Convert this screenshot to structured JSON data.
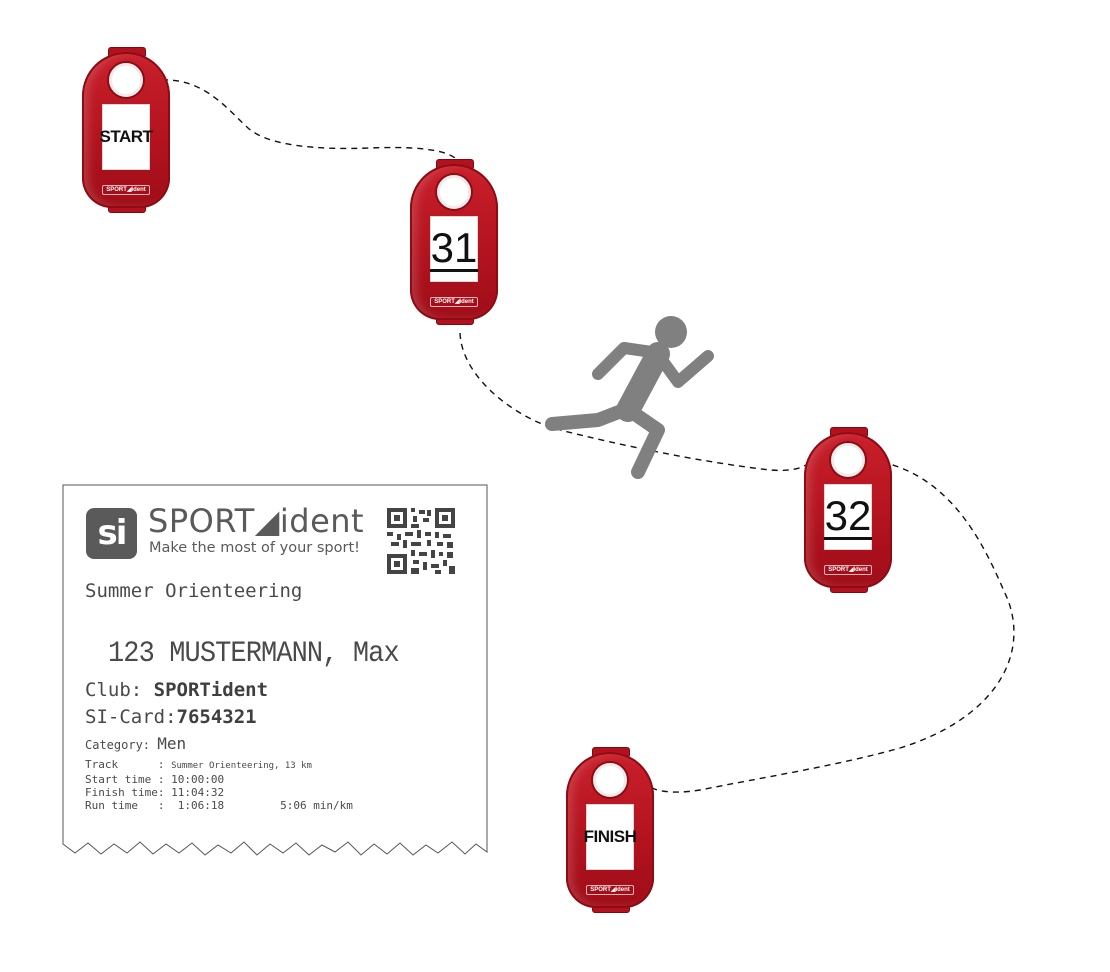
{
  "stations": [
    {
      "id": "start",
      "label": "START",
      "kind": "word"
    },
    {
      "id": "cp31",
      "label": "31",
      "kind": "num"
    },
    {
      "id": "cp32",
      "label": "32",
      "kind": "num"
    },
    {
      "id": "finish",
      "label": "FINISH",
      "kind": "word"
    }
  ],
  "station_brand": "SPORT◢ident",
  "receipt": {
    "logo_mark": "si",
    "brand_name": "SPORT◢ident",
    "tagline": "Make the most of your sport!",
    "event": "Summer Orienteering",
    "runner": "123 MUSTERMANN, Max",
    "club_label": "Club: ",
    "club_value": "SPORTident",
    "card_label": "SI-Card:",
    "card_value": "7654321",
    "category_label": "Category: ",
    "category_value": "Men",
    "track_label": "Track      : ",
    "track_value": "Summer Orienteering, 13 km",
    "start_label": "Start time : ",
    "start_value": "10:00:00",
    "finish_label": "Finish time: ",
    "finish_value": "11:04:32",
    "run_label": "Run time   :  ",
    "run_value": "1:06:18",
    "pace_value": "5:06 min/km"
  },
  "colors": {
    "station_red": "#b3131f",
    "runner_gray": "#808080",
    "receipt_text": "#4a4a4a"
  },
  "icons": {
    "runner": "running-person-icon",
    "qr": "qr-code-icon"
  }
}
